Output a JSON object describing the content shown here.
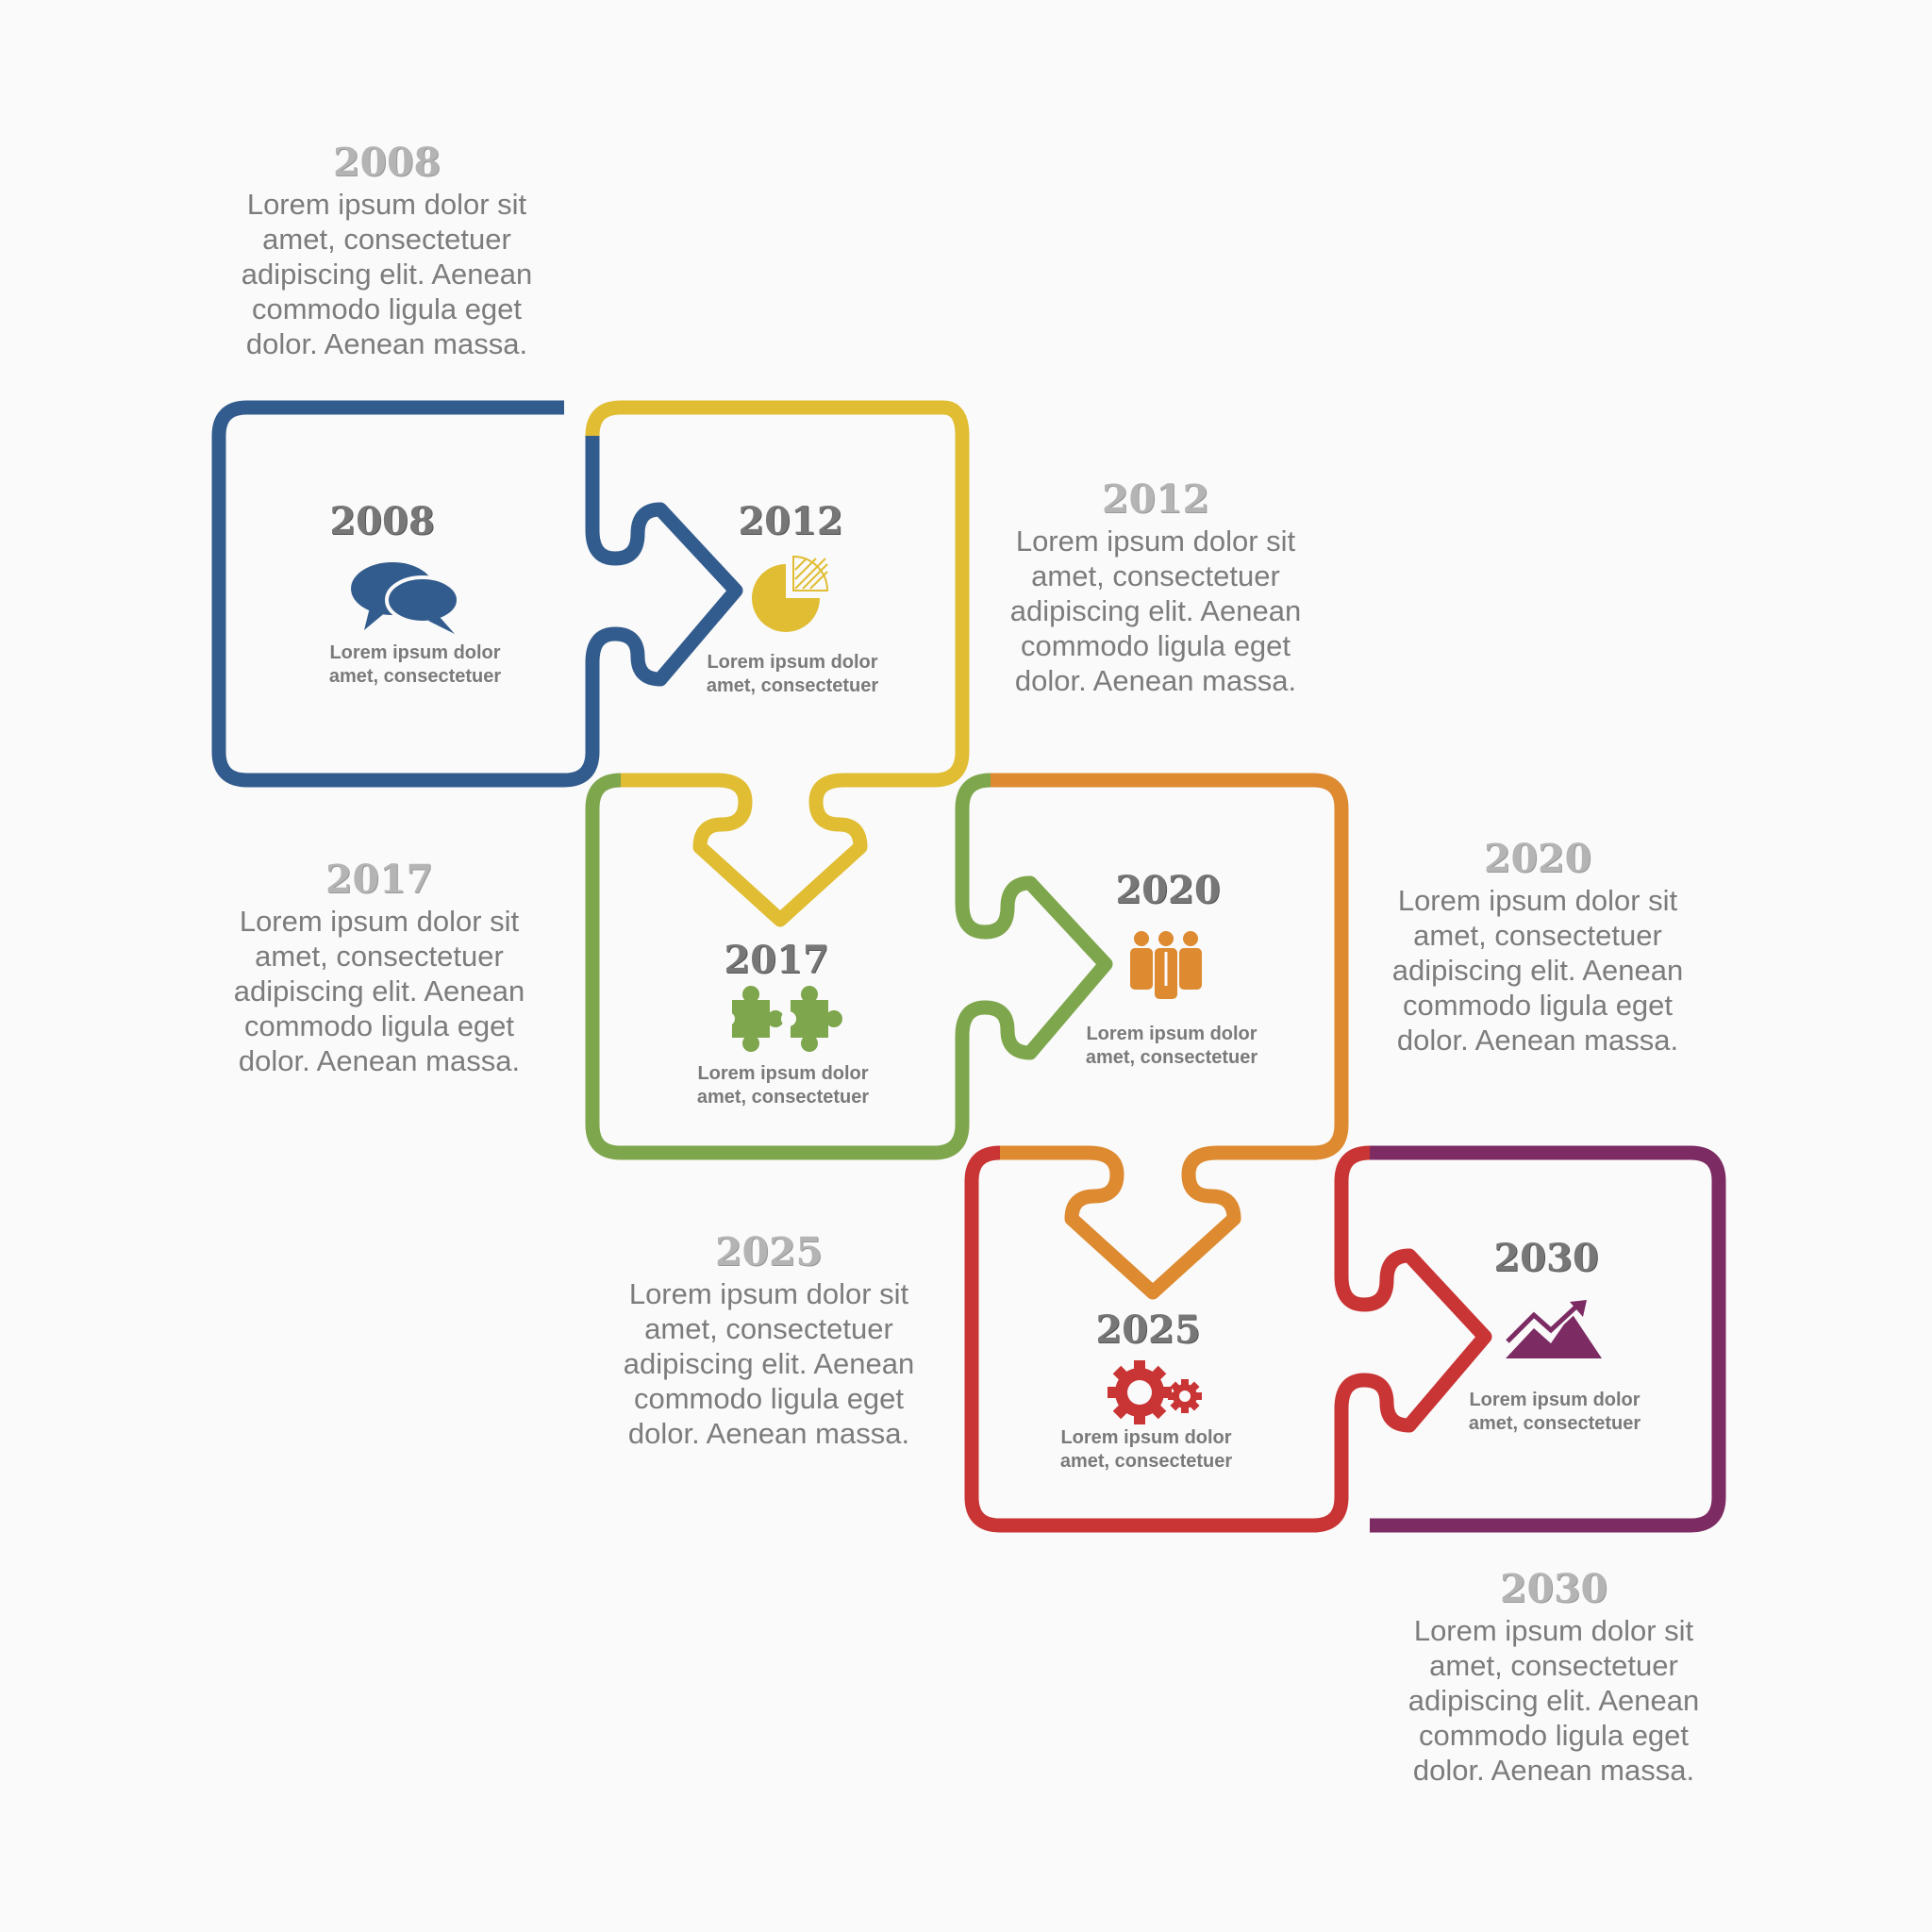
{
  "colors": {
    "blue": "#335c8e",
    "yellow": "#e0bd33",
    "green": "#7ea64c",
    "orange": "#dd8a30",
    "red": "#c93434",
    "purple": "#7c2b63",
    "outer_year": "#b4b4b4",
    "inner_year": "#777777",
    "text": "#7c7c7c"
  },
  "steps": [
    {
      "year": "2008",
      "color": "blue",
      "icon": "speech-bubbles-icon",
      "short": [
        "Lorem ipsum dolor",
        "amet, consectetuer"
      ],
      "long": [
        "Lorem ipsum dolor sit",
        "amet, consectetuer",
        "adipiscing elit. Aenean",
        "commodo ligula eget",
        "dolor. Aenean massa."
      ]
    },
    {
      "year": "2012",
      "color": "yellow",
      "icon": "pie-chart-icon",
      "short": [
        "Lorem ipsum dolor",
        "amet, consectetuer"
      ],
      "long": [
        "Lorem ipsum dolor sit",
        "amet, consectetuer",
        "adipiscing elit. Aenean",
        "commodo ligula eget",
        "dolor. Aenean massa."
      ]
    },
    {
      "year": "2017",
      "color": "green",
      "icon": "puzzle-pieces-icon",
      "short": [
        "Lorem ipsum dolor",
        "amet, consectetuer"
      ],
      "long": [
        "Lorem ipsum dolor sit",
        "amet, consectetuer",
        "adipiscing elit. Aenean",
        "commodo ligula eget",
        "dolor. Aenean massa."
      ]
    },
    {
      "year": "2020",
      "color": "orange",
      "icon": "team-people-icon",
      "short": [
        "Lorem ipsum dolor",
        "amet, consectetuer"
      ],
      "long": [
        "Lorem ipsum dolor sit",
        "amet, consectetuer",
        "adipiscing elit. Aenean",
        "commodo ligula eget",
        "dolor. Aenean massa."
      ]
    },
    {
      "year": "2025",
      "color": "red",
      "icon": "gears-icon",
      "short": [
        "Lorem ipsum dolor",
        "amet, consectetuer"
      ],
      "long": [
        "Lorem ipsum dolor sit",
        "amet, consectetuer",
        "adipiscing elit. Aenean",
        "commodo ligula eget",
        "dolor. Aenean massa."
      ]
    },
    {
      "year": "2030",
      "color": "purple",
      "icon": "growth-chart-icon",
      "short": [
        "Lorem ipsum dolor",
        "amet, consectetuer"
      ],
      "long": [
        "Lorem ipsum dolor sit",
        "amet, consectetuer",
        "adipiscing elit. Aenean",
        "commodo ligula eget",
        "dolor. Aenean massa."
      ]
    }
  ]
}
